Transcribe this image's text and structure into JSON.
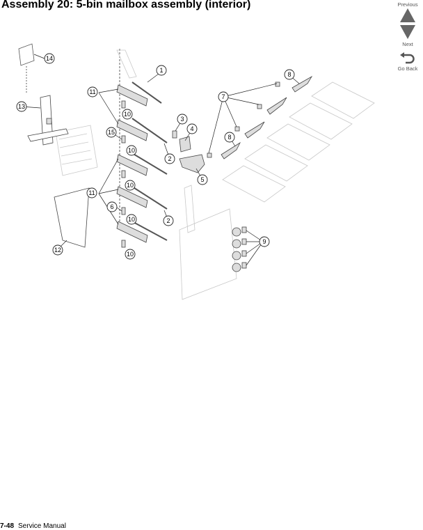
{
  "title": "Assembly 20:  5-bin mailbox assembly (interior)",
  "nav": {
    "previous_label": "Previous",
    "next_label": "Next",
    "go_back_label": "Go Back"
  },
  "footer": {
    "page_number": "7-48",
    "manual_title": "Service Manual"
  },
  "callouts": [
    "1",
    "2",
    "3",
    "4",
    "5",
    "6",
    "7",
    "8",
    "9",
    "10",
    "11",
    "12",
    "13",
    "14",
    "15"
  ]
}
